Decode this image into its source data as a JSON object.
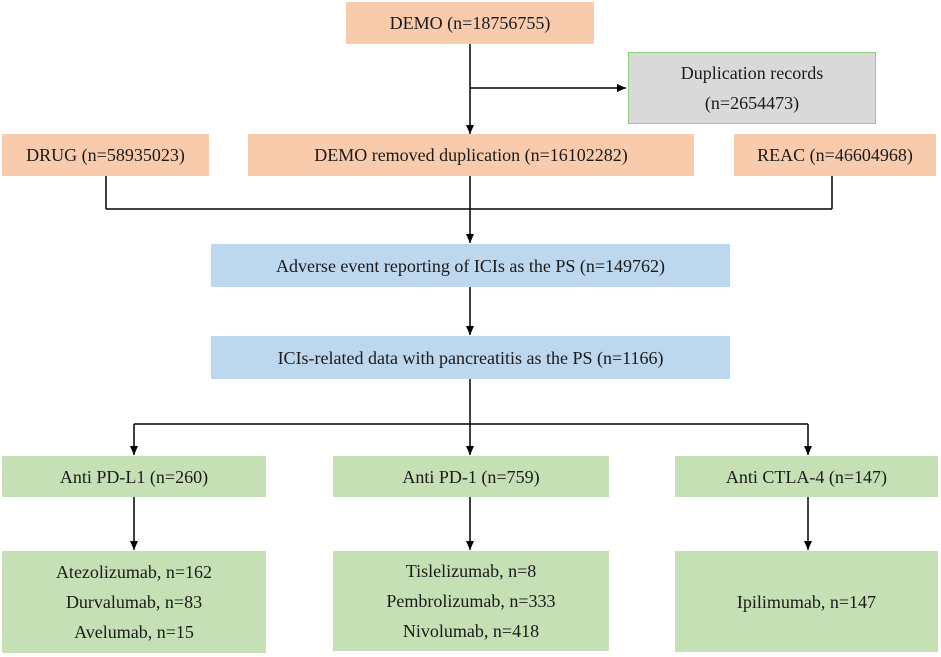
{
  "boxes": {
    "demo": "DEMO (n=18756755)",
    "duplication_title": "Duplication records",
    "duplication_count": "(n=2654473)",
    "drug": "DRUG (n=58935023)",
    "demo_removed": "DEMO removed duplication (n=16102282)",
    "reac": "REAC (n=46604968)",
    "adverse": "Adverse event reporting of ICIs as the PS (n=149762)",
    "pancreatitis": "ICIs-related data with pancreatitis as the PS (n=1166)",
    "anti_pdl1": "Anti PD-L1 (n=260)",
    "anti_pd1": "Anti PD-1 (n=759)",
    "anti_ctla4": "Anti CTLA-4 (n=147)"
  },
  "drugs": {
    "pdl1": [
      "Atezolizumab, n=162",
      "Durvalumab, n=83",
      "Avelumab, n=15"
    ],
    "pd1": [
      "Tislelizumab, n=8",
      "Pembrolizumab, n=333",
      "Nivolumab, n=418"
    ],
    "ctla4": [
      "Ipilimumab, n=147"
    ]
  },
  "colors": {
    "orange": "#f8cbad",
    "blue": "#bdd7ee",
    "green": "#c5e0b4",
    "gray": "#d9d9d9"
  }
}
